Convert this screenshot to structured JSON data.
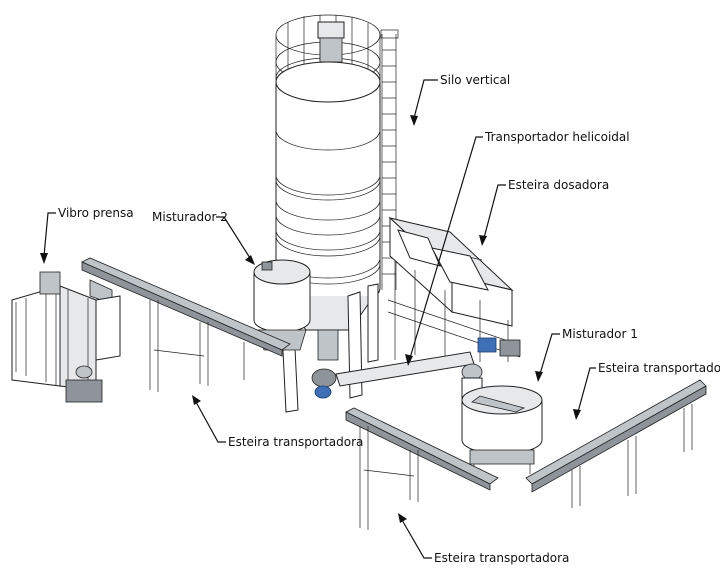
{
  "labels": {
    "silo_vertical": "Silo vertical",
    "transportador_helicoidal": "Transportador helicoidal",
    "esteira_dosadora": "Esteira dosadora",
    "vibro_prensa": "Vibro prensa",
    "misturador_2": "Misturador 2",
    "misturador_1": "Misturador 1",
    "esteira_transportadora_right": "Esteira transportadora",
    "esteira_transportadora_center": "Esteira transportadora",
    "esteira_transportadora_bottom": "Esteira transportadora"
  },
  "colors": {
    "line": "#111111",
    "steel": "#bfc4c9",
    "motor_accent": "#3f6fb5"
  }
}
